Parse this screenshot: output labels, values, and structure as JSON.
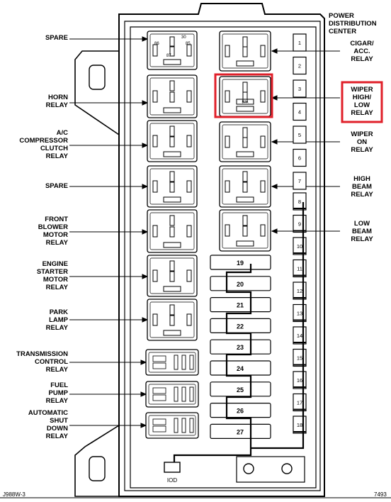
{
  "title": [
    "POWER",
    "DISTRIBUTION",
    "CENTER"
  ],
  "figure_code": "J988W-3",
  "figure_number": "7493",
  "left_labels": [
    [
      "SPARE"
    ],
    [
      "HORN",
      "RELAY"
    ],
    [
      "A/C",
      "COMPRESSOR",
      "CLUTCH",
      "RELAY"
    ],
    [
      "SPARE"
    ],
    [
      "FRONT",
      "BLOWER",
      "MOTOR",
      "RELAY"
    ],
    [
      "ENGINE",
      "STARTER",
      "MOTOR",
      "RELAY"
    ],
    [
      "PARK",
      "LAMP",
      "RELAY"
    ],
    [
      "TRANSMISSION",
      "CONTROL",
      "RELAY"
    ],
    [
      "FUEL",
      "PUMP",
      "RELAY"
    ],
    [
      "AUTOMATIC",
      "SHUT",
      "DOWN",
      "RELAY"
    ]
  ],
  "right_labels": [
    [
      "CIGAR/",
      "ACC.",
      "RELAY"
    ],
    [
      "WIPER",
      "HIGH/",
      "LOW",
      "RELAY"
    ],
    [
      "WIPER",
      "ON",
      "RELAY"
    ],
    [
      "HIGH",
      "BEAM",
      "RELAY"
    ],
    [
      "LOW",
      "BEAM",
      "RELAY"
    ]
  ],
  "highlight_color": "#e0202a",
  "small_fuses": [
    "1",
    "2",
    "3",
    "4",
    "5",
    "6",
    "7",
    "8",
    "9",
    "10",
    "11",
    "12",
    "13",
    "14",
    "15",
    "16",
    "17",
    "18"
  ],
  "large_fuses": [
    "19",
    "20",
    "21",
    "22",
    "23",
    "24",
    "25",
    "26",
    "27"
  ],
  "iod_label": "IOD",
  "relay_pin_labels": {
    "p30": "30",
    "p86": "86",
    "p85": "85",
    "p87": "87",
    "p87a": "87A",
    "p87b": "87"
  }
}
